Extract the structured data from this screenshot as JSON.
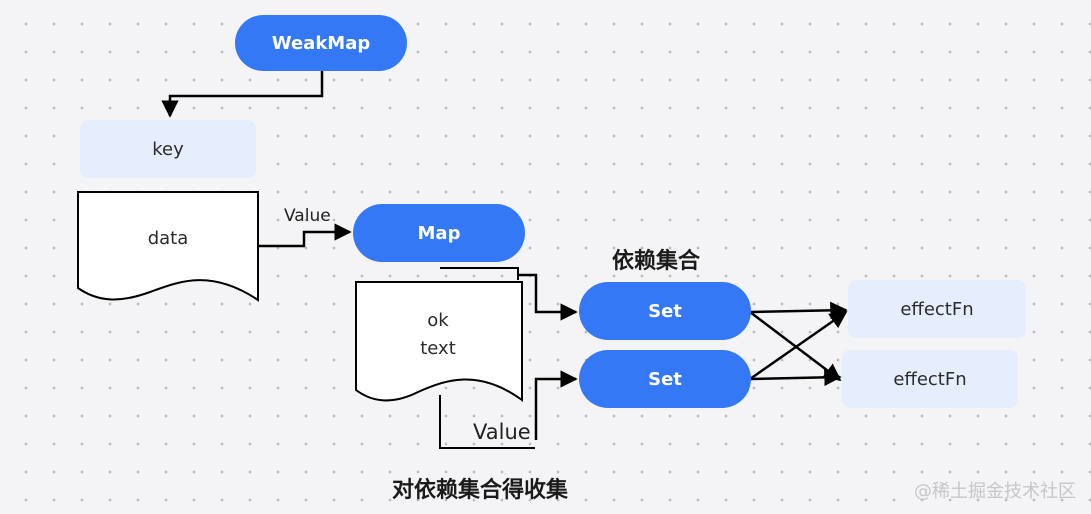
{
  "nodes": {
    "weakmap": "WeakMap",
    "key": "key",
    "data": "data",
    "map": "Map",
    "ok": "ok",
    "text": "text",
    "set_1": "Set",
    "set_2": "Set",
    "effect_1": "effectFn",
    "effect_2": "effectFn"
  },
  "labels": {
    "value_1": "Value",
    "value_2": "Value",
    "deps_title": "依赖集合",
    "collect_title": "对依赖集合得收集"
  },
  "watermark": "@稀土掘金技术社区",
  "colors": {
    "accent": "#3478f6",
    "soft_box": "#e6eefd",
    "background": "#f4f4f6"
  }
}
